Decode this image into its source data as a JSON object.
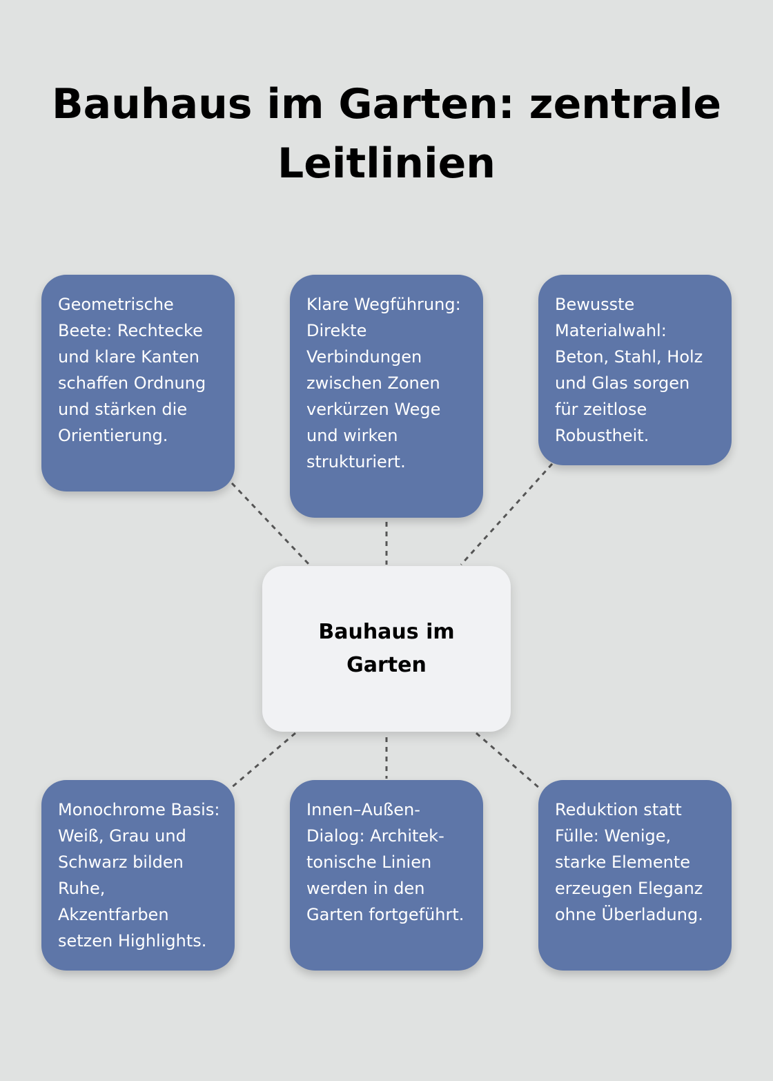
{
  "title": "Bauhaus im Garten: zentrale Leitlinien",
  "center": {
    "label": "Bauhaus im Garten"
  },
  "nodes": [
    {
      "text": "Geometrische Beete: Rechtecke und klare Kanten schaffen Ordnung und stärken die Orientierung."
    },
    {
      "text": "Klare Wegführung: Direkte Verbindungen zwischen Zonen verkürzen Wege und wirken strukturiert."
    },
    {
      "text": "Bewusste Materialwahl: Beton, Stahl, Holz und Glas sorgen für zeitlose Robustheit."
    },
    {
      "text": "Monochrome Basis: Weiß, Grau und Schwarz bilden Ruhe, Akzentfarben setzen Highlights."
    },
    {
      "text": "Innen–Außen-Dialog: Architek­tonische Linien werden in den Garten fortgeführt."
    },
    {
      "text": "Reduktion statt Fülle: Wenige, starke Elemente erzeugen Eleganz ohne Überladung."
    }
  ],
  "colors": {
    "background": "#e0e2e1",
    "node": "#5e76a8",
    "center": "#f1f2f4",
    "connector": "#555555"
  }
}
